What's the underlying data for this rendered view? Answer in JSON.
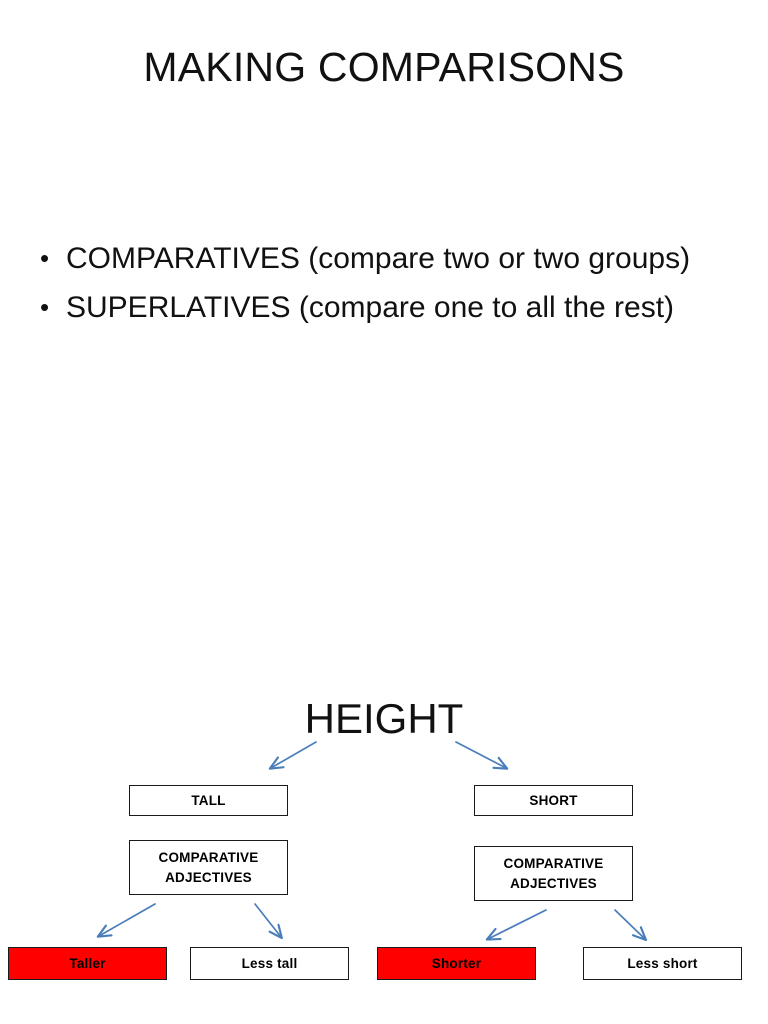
{
  "slide": {
    "title": "MAKING COMPARISONS",
    "background_color": "#FFFFFF",
    "text_color": "#111111"
  },
  "bullets": [
    {
      "marker": "•",
      "text": "COMPARATIVES (compare two or two groups)"
    },
    {
      "marker": "•",
      "text": "SUPERLATIVES (compare one to all the rest)"
    }
  ],
  "diagram": {
    "heading": "HEIGHT",
    "arrow_color": "#4A7EBB",
    "highlight_color": "#FF0000",
    "box_border_color": "#1A1A1A",
    "nodes": {
      "tall": "TALL",
      "short": "SHORT",
      "comparative_left_line1": "COMPARATIVE",
      "comparative_left_line2": "ADJECTIVES",
      "comparative_right_line1": "COMPARATIVE",
      "comparative_right_line2": "ADJECTIVES",
      "taller": "Taller",
      "less_tall": "Less tall",
      "shorter": "Shorter",
      "less_short": "Less short"
    }
  }
}
